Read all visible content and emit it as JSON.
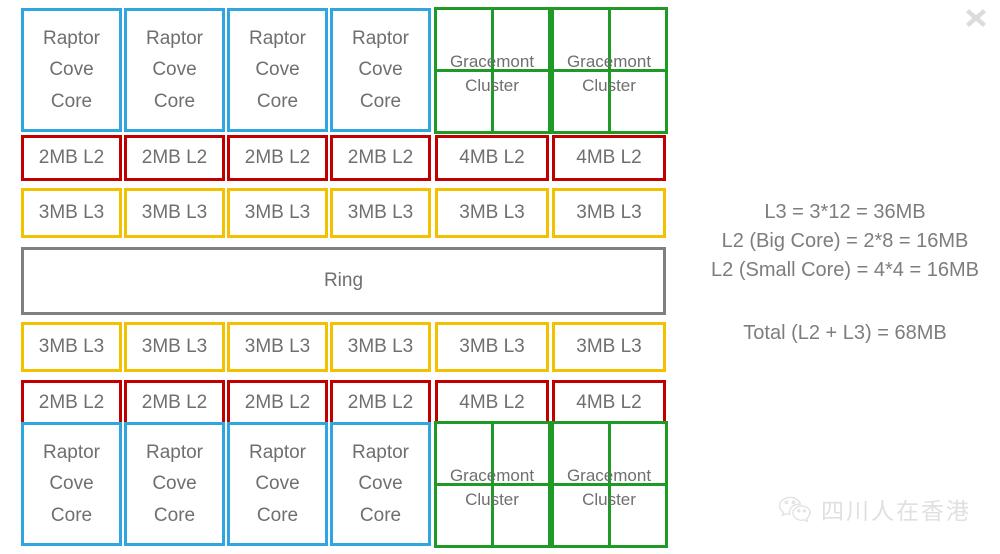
{
  "close_button": {
    "icon": "close-icon",
    "label": "×"
  },
  "diagram": {
    "title": "Raptor Lake die cache layout",
    "colors": {
      "p_core_border": "#2FA6E0",
      "e_core_border": "#1F9A27",
      "l2_border": "#C00000",
      "l3_border": "#F2C200",
      "ring_border": "#808080",
      "text": "#6f6f6f"
    },
    "p_core_label_lines": [
      "Raptor",
      "Cove",
      "Core"
    ],
    "e_cluster_label_lines": [
      "Gracemont",
      "Cluster"
    ],
    "big_l2_label": "2MB L2",
    "small_l2_label": "4MB L2",
    "l3_label": "3MB L3",
    "ring_label": "Ring",
    "top": {
      "p_cores": [
        {
          "lines": [
            "Raptor",
            "Cove",
            "Core"
          ]
        },
        {
          "lines": [
            "Raptor",
            "Cove",
            "Core"
          ]
        },
        {
          "lines": [
            "Raptor",
            "Cove",
            "Core"
          ]
        },
        {
          "lines": [
            "Raptor",
            "Cove",
            "Core"
          ]
        }
      ],
      "e_clusters": [
        {
          "lines": [
            "Gracemont",
            "Cluster"
          ]
        },
        {
          "lines": [
            "Gracemont",
            "Cluster"
          ]
        }
      ],
      "l2_big": [
        "2MB L2",
        "2MB L2",
        "2MB L2",
        "2MB L2"
      ],
      "l2_small": [
        "4MB L2",
        "4MB L2"
      ],
      "l3": [
        "3MB L3",
        "3MB L3",
        "3MB L3",
        "3MB L3",
        "3MB L3",
        "3MB L3"
      ]
    },
    "bottom": {
      "l3": [
        "3MB L3",
        "3MB L3",
        "3MB L3",
        "3MB L3",
        "3MB L3",
        "3MB L3"
      ],
      "l2_big": [
        "2MB L2",
        "2MB L2",
        "2MB L2",
        "2MB L2"
      ],
      "l2_small": [
        "4MB L2",
        "4MB L2"
      ],
      "p_cores": [
        {
          "lines": [
            "Raptor",
            "Cove",
            "Core"
          ]
        },
        {
          "lines": [
            "Raptor",
            "Cove",
            "Core"
          ]
        },
        {
          "lines": [
            "Raptor",
            "Cove",
            "Core"
          ]
        },
        {
          "lines": [
            "Raptor",
            "Cove",
            "Core"
          ]
        }
      ],
      "e_clusters": [
        {
          "lines": [
            "Gracemont",
            "Cluster"
          ]
        },
        {
          "lines": [
            "Gracemont",
            "Cluster"
          ]
        }
      ]
    }
  },
  "legend": {
    "lines": [
      "L3 = 3*12 = 36MB",
      "L2 (Big Core) = 2*8 = 16MB",
      "L2 (Small Core) = 4*4 = 16MB"
    ],
    "total": "Total (L2 + L3) = 68MB"
  },
  "watermark": {
    "text": "四川人在香港",
    "icon": "wechat-icon"
  }
}
